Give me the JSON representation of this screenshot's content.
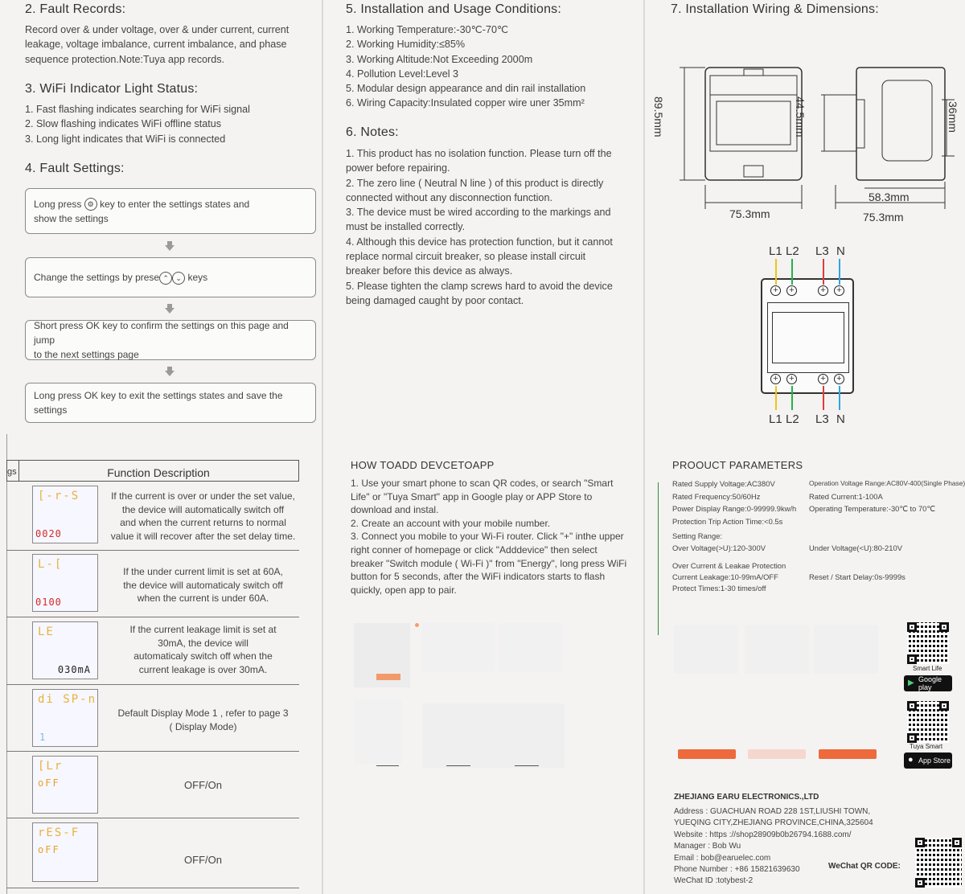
{
  "col1": {
    "fault_records_title": "2. Fault Records:",
    "fault_records_text": [
      "Record over & under voltage, over & under current, current",
      "leakage, voltage imbalance, current imbalance, and phase",
      "sequence protection.Note:Tuya app records."
    ],
    "wifi_title": "3. WiFi Indicator Light Status:",
    "wifi_items": [
      "1. Fast flashing indicates searching for WiFi signal",
      "2. Slow flashing indicates WiFi offline status",
      "3. Long light indicates that WiFi is connected"
    ],
    "fault_settings_title": "4. Fault Settings:",
    "step1_a": "Long press",
    "step1_b": "key to enter the settings states and",
    "step1_c": "show the settings",
    "step2_a": "Change the settings by prese",
    "step2_b": "keys",
    "step3_a": "Short press OK key to confirm the settings on this page and jump",
    "step3_b": "to the next settings page",
    "step4": "Long press OK key to exit the settings states and save the settings"
  },
  "col2": {
    "install_title": "5. Installation and Usage Conditions:",
    "install_items": [
      "1. Working Temperature:-30℃-70℃",
      "2. Working Humidity:≤85%",
      "3. Working Altitude:Not Exceeding 2000m",
      "4. Pollution Level:Level 3",
      "5. Modular design appearance and din rail installation",
      "6. Wiring Capacity:Insulated copper wire uner 35mm²"
    ],
    "notes_title": "6. Notes:",
    "notes_lines": [
      "1. This product has no isolation function. Please turn off the",
      "power before repairing.",
      "2. The zero line ( Neutral N line ) of this product is directly",
      "connected without any disconnection function.",
      "3. The device must be wired according to the markings and",
      "must be installed correctly.",
      "4. Although this device has protection function, but it cannot",
      "replace normal circuit breaker, so please install circuit",
      "breaker before this device as always.",
      "5. Please tighten the clamp screws hard to avoid the device",
      "being damaged caught by poor contact."
    ]
  },
  "col3": {
    "wiring_title": "7. Installation Wiring & Dimensions:",
    "dim_height": "89.5mm",
    "dim_inner": "44.5mm",
    "dim_side": "36mm",
    "dim_depth": "58.3mm",
    "dim_width_front": "75.3mm",
    "dim_width_side": "75.3mm",
    "wire_labels": [
      "L1",
      "L2",
      "L3",
      "N"
    ],
    "wire_colors": [
      "#f2c318",
      "#22b24c",
      "#e23b3b",
      "#2aa8e0"
    ]
  },
  "table": {
    "header_left": "gs",
    "header": "Function Description",
    "rows": [
      {
        "lcd_top": "[-r-S",
        "lcd_bot": "0020",
        "desc": [
          "If the current is over or under the set value,",
          "the device will automatically switch off",
          "and when the current returns to normal",
          "value it will recover after the set delay time."
        ]
      },
      {
        "lcd_top": "L-[",
        "lcd_bot": "0100",
        "desc": [
          "If the under current limit is set at 60A,",
          "the device will automaticaly switch off",
          "when the current is under 60A."
        ]
      },
      {
        "lcd_top": "LE",
        "lcd_bot": "030mA",
        "desc": [
          "If the current leakage limit is set at",
          "30mA, the device will",
          "automaticaly switch off when the",
          "current leakage is over 30mA."
        ]
      },
      {
        "lcd_top": "di SP-n",
        "lcd_bot": "1",
        "desc": [
          "Default Display Mode 1 , refer to page 3",
          "( Display Mode)"
        ]
      },
      {
        "lcd_top": "[Lr",
        "lcd_bot": "oFF",
        "desc": [
          "OFF/On"
        ]
      },
      {
        "lcd_top": "rES-F",
        "lcd_bot": "oFF",
        "desc": [
          "OFF/On"
        ]
      }
    ]
  },
  "howto": {
    "title": "HOW TOADD DEVCETOAPP",
    "lines": [
      "1. Use your smart phone to scan QR codes, or search \"Smart",
      "Life\" or \"Tuya Smart\" app in Google play or APP Store to",
      "download and instal.",
      "2. Create an account with your mobile number.",
      "3. Connect you mobile to your Wi-Fi router. Click \"+\" inthe upper",
      "right conner of homepage or click \"Adddevice\" then select",
      "breaker \"Switch module ( Wi-Fi )\" from \"Energy\", long press WiFi",
      "button for 5 seconds, after the WiFi indicators starts to flash",
      "quickly, open app to pair."
    ]
  },
  "params": {
    "title": "PROOUCT PARAMETERS",
    "left": [
      "Rated Supply Voltage:AC380V",
      "Rated Frequency:50/60Hz",
      "Power Display Range:0-99999.9kw/h",
      "Protection Trip Action Time:<0.5s"
    ],
    "right": [
      "Operation Voltage Range:AC80V-400(Single Phase)",
      "Rated Current:1-100A",
      "Operating Temperature:-30℃ to 70℃"
    ],
    "setting_range": "Setting Range:",
    "over_voltage": "Over Voltage(>U):120-300V",
    "under_voltage": "Under Voltage(<U):80-210V",
    "overcurrent_title": "Over Current & Leakae Protection",
    "current_leakage": "Current Leakage:10-99mA/OFF",
    "reset_delay": "Reset / Start Delay:0s-9999s",
    "protect_times": "Protect Times:1-30 times/off"
  },
  "apps": {
    "smart_life": "Smart Life",
    "google_play": "Google play",
    "tuya_smart": "Tuya Smart",
    "app_store": "App Store"
  },
  "company": {
    "name": "ZHEJIANG EARU ELECTRONICS.,LTD",
    "address1": "Address : GUACHUAN ROAD 228 1ST,LIUSHI TOWN,",
    "address2": "YUEQING CITY,ZHEJIANG PROVINCE,CHINA,325604",
    "website": "Website : https ://shop28909b0b26794.1688.com/",
    "manager": "Manager : Bob Wu",
    "email": "Email : bob@earuelec.com",
    "phone": "Phone Number : +86 15821639630",
    "wechat_id": "WeChat ID :totybest-2",
    "wechat_qr": "WeChat QR CODE:"
  }
}
